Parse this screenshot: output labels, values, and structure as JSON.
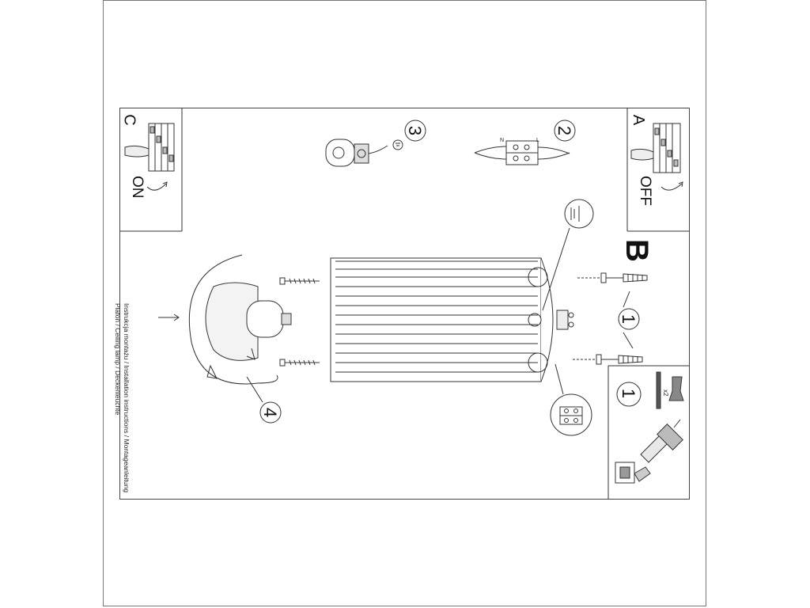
{
  "panels": {
    "a": {
      "letter": "A",
      "state": "OFF"
    },
    "c": {
      "letter": "C",
      "state": "ON"
    }
  },
  "section_label": "B",
  "steps": {
    "step1_top": "1",
    "step1_box": "1",
    "step2": "2",
    "step3": "3",
    "step4": "4"
  },
  "instructions": {
    "line1": "Instrukcja montażu / Installation instructions / Montageanleitung",
    "line2": "Plafon / Ceiling lamp / Deckenleuchte"
  },
  "terminal_labels": {
    "l": "L",
    "n": "N"
  },
  "screw_count_label": "x2"
}
